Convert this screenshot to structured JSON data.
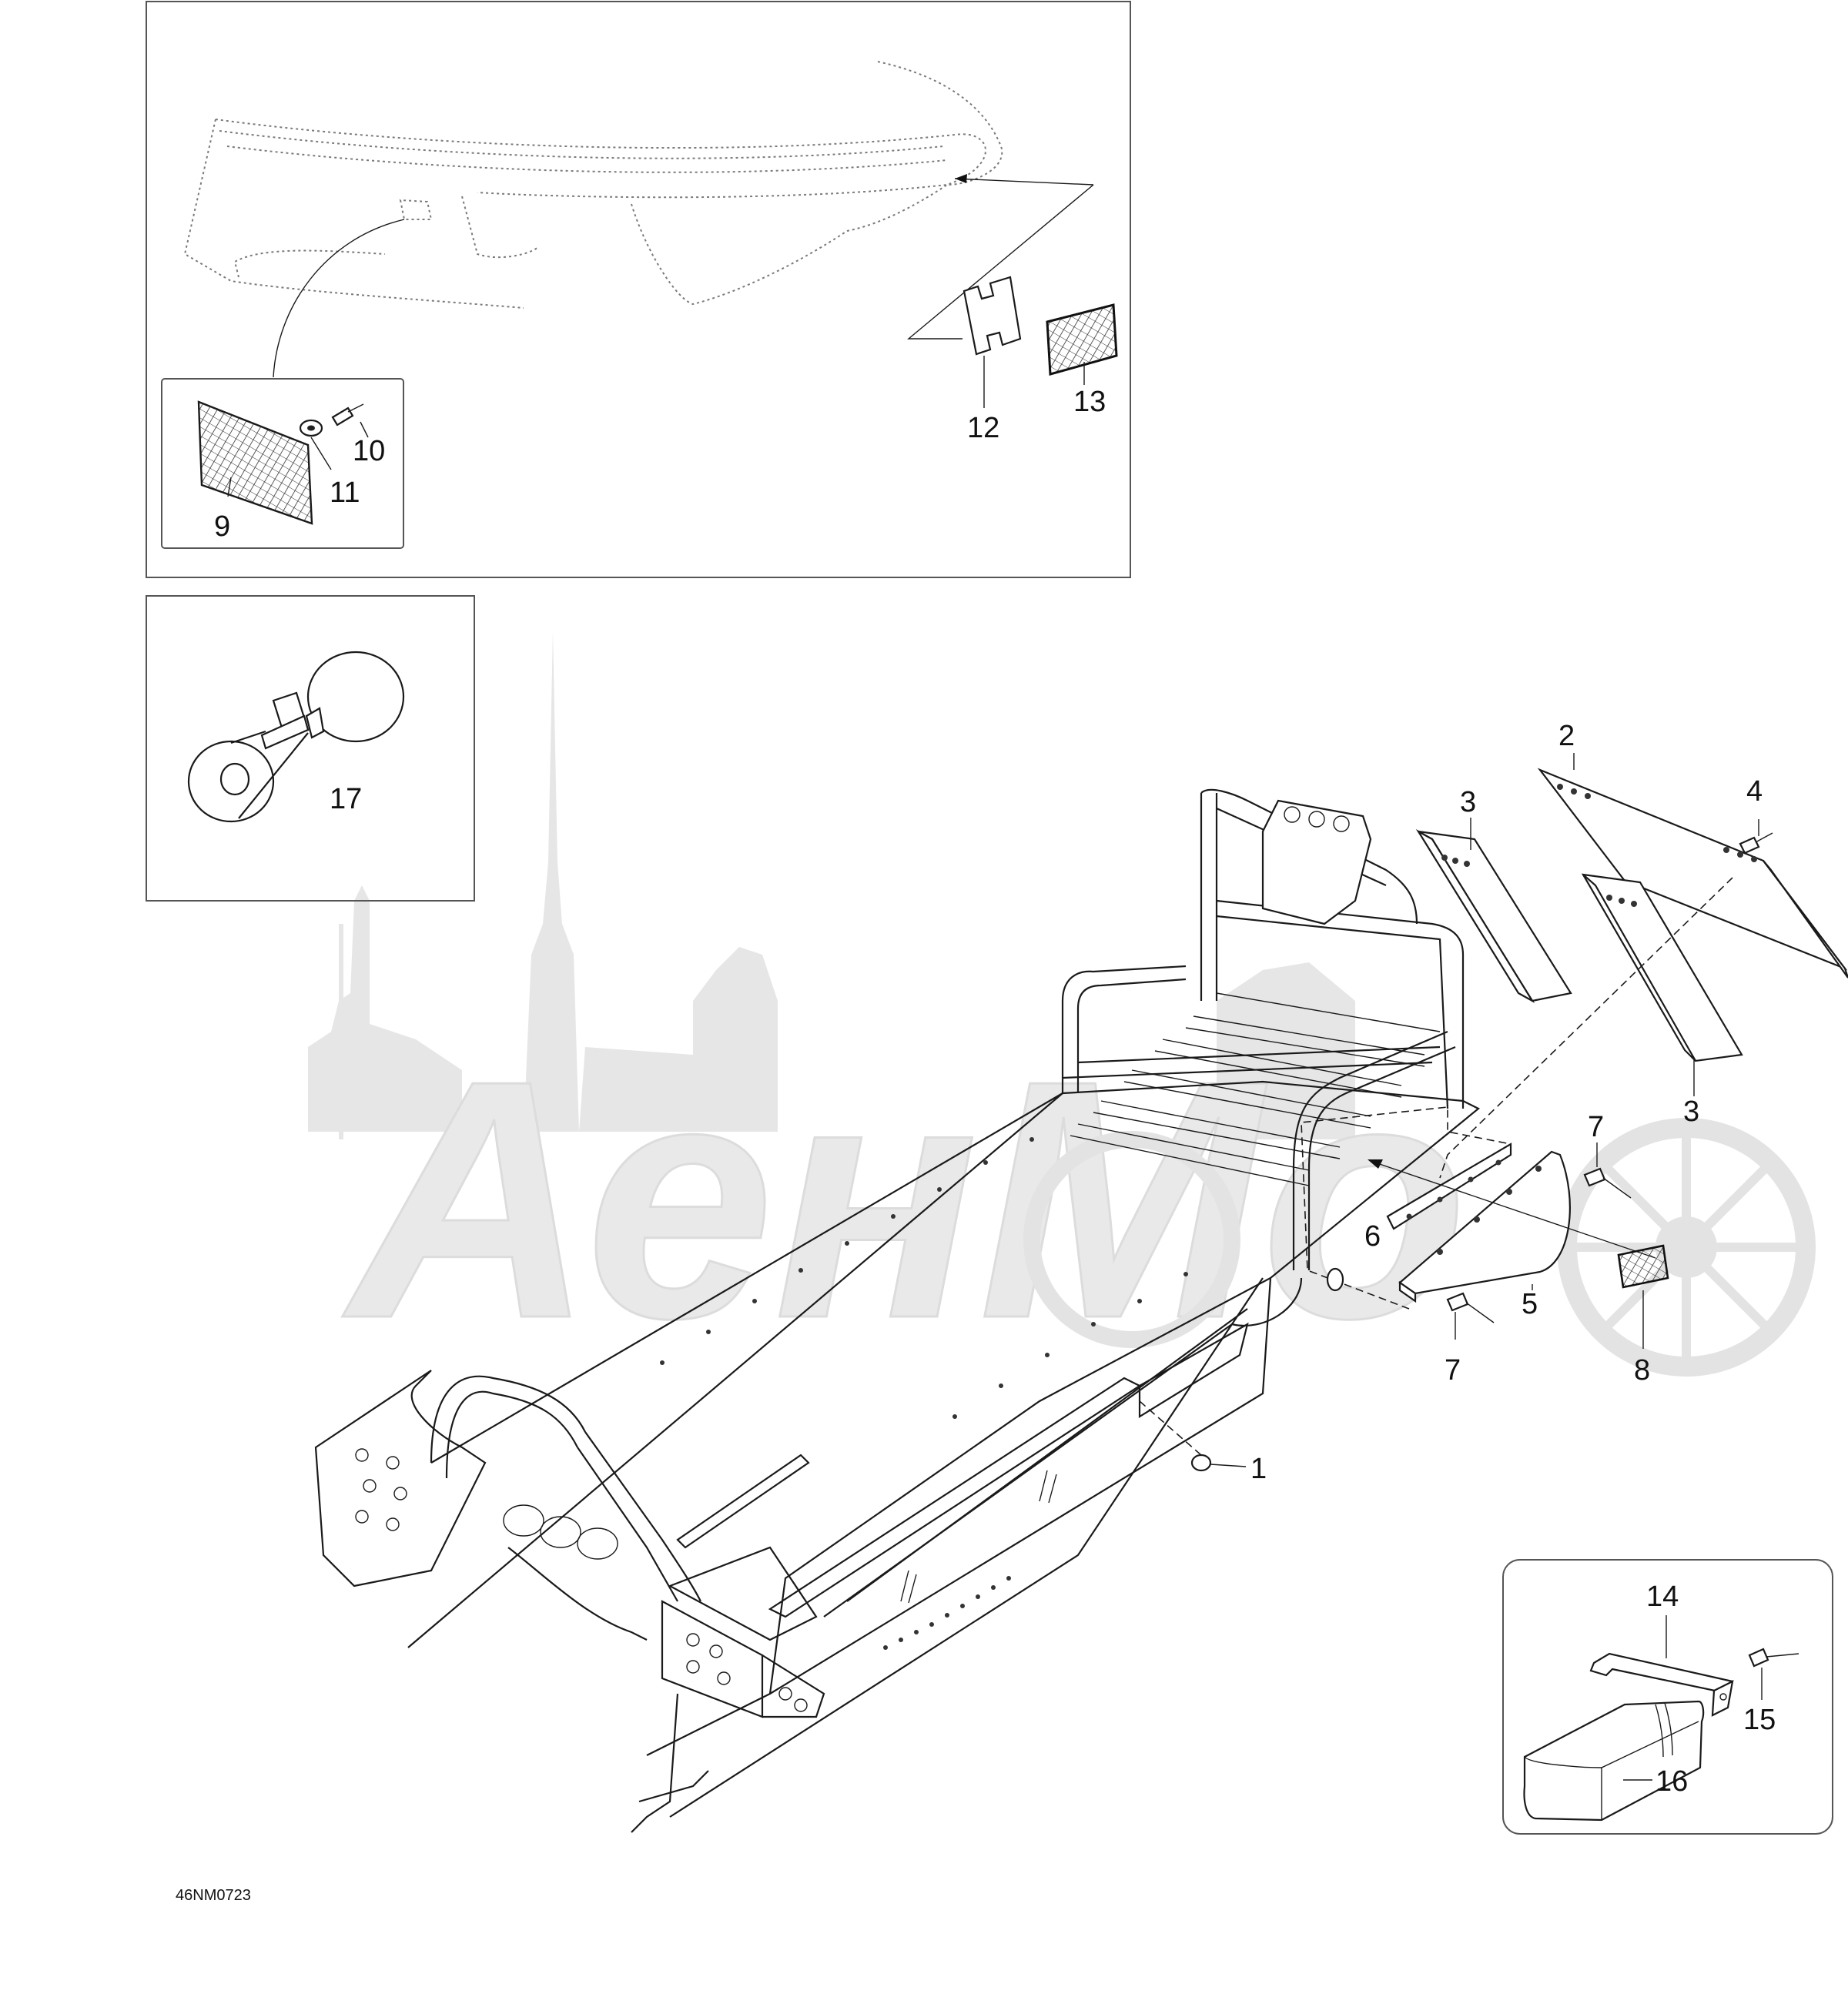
{
  "diagram": {
    "drawing_code": "46NM0723",
    "watermark": "АенМо",
    "callouts": {
      "c1": "1",
      "c2": "2",
      "c3a": "3",
      "c3b": "3",
      "c4": "4",
      "c5": "5",
      "c6": "6",
      "c7a": "7",
      "c7b": "7",
      "c8": "8",
      "c9": "9",
      "c10": "10",
      "c11": "11",
      "c12": "12",
      "c13": "13",
      "c14": "14",
      "c15": "15",
      "c16": "16",
      "c17": "17"
    }
  }
}
